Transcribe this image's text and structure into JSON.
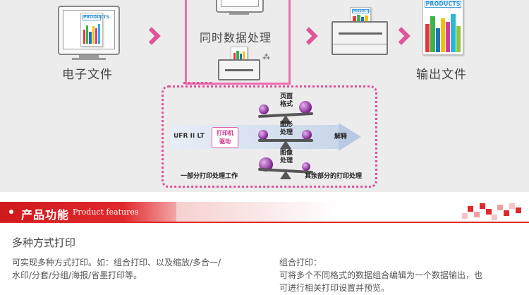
{
  "diagram": {
    "captions": {
      "electronic_file": "电子文件",
      "simultaneous": "同时数据处理",
      "output_file": "输出文件"
    },
    "products_label": "PRODUCTS",
    "ufr_label": "UFR II LT",
    "driver_label": "打印机\n驱动",
    "page_format": "页面\n格式",
    "graphics": "图形\n处理",
    "image": "图像\n处理",
    "interpret": "解释",
    "partial_processing": "一部分打印处理工作",
    "remaining_processing": "其余部分的打印处理",
    "colors": {
      "background": "#ececec",
      "accent_pink": "#e0549a",
      "ball_purple": "#7a1f8c"
    }
  },
  "section": {
    "title_cn": "产品功能",
    "title_en": "Product features",
    "color": "#e0292c"
  },
  "features": {
    "title": "多种方式打印",
    "left_line1": "可实现多种方式打印。如：组合打印、以及缩放/多合一/",
    "left_line2": "水印/分套/分组/海报/省墨打印等。",
    "right_title": "组合打印：",
    "right_line1": "可将多个不同格式的数据组合编辑为一个数据输出，也",
    "right_line2": "可进行相关打印设置并预览。"
  }
}
